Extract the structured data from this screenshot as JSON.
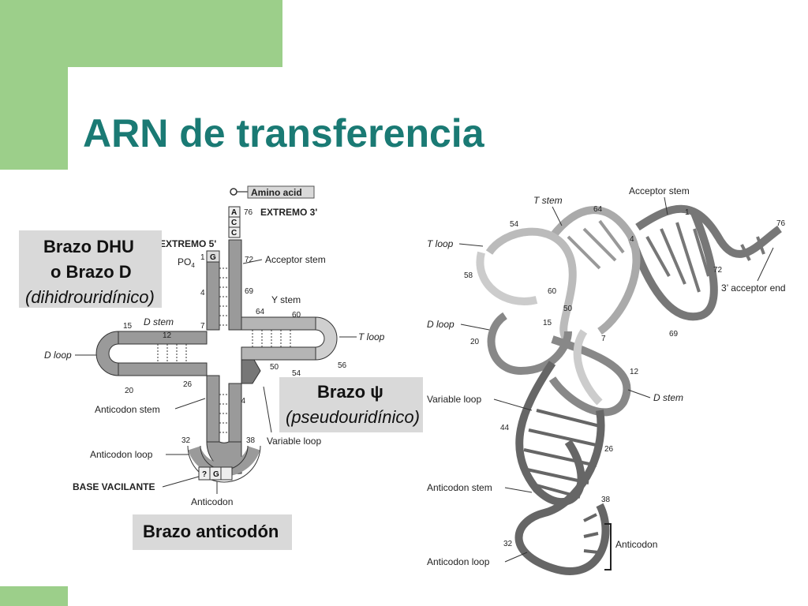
{
  "slide": {
    "title": "ARN de transferencia"
  },
  "colors": {
    "accent_green": "#9ccf8a",
    "title_teal": "#1a7a74",
    "callout_gray": "#d9d9d9"
  },
  "left_diagram": {
    "amino_acid": "Amino acid",
    "extremo3": "EXTREMO 3'",
    "extremo5": "EXTREMO 5'",
    "po4": "PO",
    "po4_sub": "4",
    "acceptor_stem": "Acceptor stem",
    "y_stem": "Y stem",
    "t_loop": "T loop",
    "d_stem": "D stem",
    "d_loop": "D loop",
    "anticodon_stem": "Anticodon stem",
    "variable_loop": "Variable loop",
    "anticodon_loop": "Anticodon loop",
    "base_vacilante": "BASE VACILANTE",
    "anticodon": "Anticodon",
    "nt_a": "A",
    "nt_c1": "C",
    "nt_c2": "C",
    "nt_g": "G",
    "nt_wobble": "?",
    "n76": "76",
    "n1": "1",
    "n72": "72",
    "n69": "69",
    "n4": "4",
    "n7": "7",
    "n64": "64",
    "n60": "60",
    "n50": "50",
    "n54": "54",
    "n56": "56",
    "n15": "15",
    "n12": "12",
    "n20": "20",
    "n26": "26",
    "n44": "44",
    "n32": "32",
    "n38": "38"
  },
  "callouts": {
    "dhu_line1": "Brazo DHU",
    "dhu_line2": "o Brazo D",
    "dhu_line3": "(dihidrouridínico)",
    "psi_line1": "Brazo ψ",
    "psi_line2": "(pseudouridínico)",
    "anticodon_arm": "Brazo anticodón"
  },
  "right_diagram": {
    "t_stem": "T stem",
    "acceptor_stem": "Acceptor stem",
    "t_loop": "T loop",
    "d_loop": "D loop",
    "variable_loop": "Variable loop",
    "anticodon_stem": "Anticodon stem",
    "anticodon_loop": "Anticodon loop",
    "three_prime_end": "3’ acceptor end",
    "d_stem": "D stem",
    "anticodon": "Anticodon",
    "n54": "54",
    "n64": "64",
    "n1": "1",
    "n76": "76",
    "n58": "58",
    "n60": "60",
    "n50": "50",
    "n4": "4",
    "n72": "72",
    "n15": "15",
    "n20": "20",
    "n7": "7",
    "n69": "69",
    "n12": "12",
    "n44": "44",
    "n26": "26",
    "n38": "38",
    "n32": "32"
  }
}
